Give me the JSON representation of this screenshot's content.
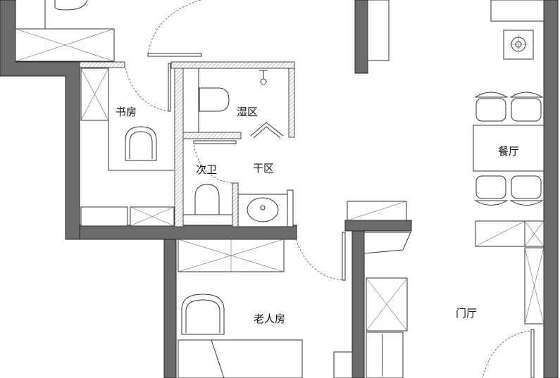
{
  "floorplan": {
    "rooms": {
      "study": "书房",
      "wet_zone": "湿区",
      "secondary_bath": "次卫",
      "dry_zone": "干区",
      "dining": "餐厅",
      "elder_room": "老人房",
      "foyer": "门厅"
    },
    "colors": {
      "wall": "#6b6b6b",
      "line": "#333333",
      "background": "#ffffff"
    }
  }
}
